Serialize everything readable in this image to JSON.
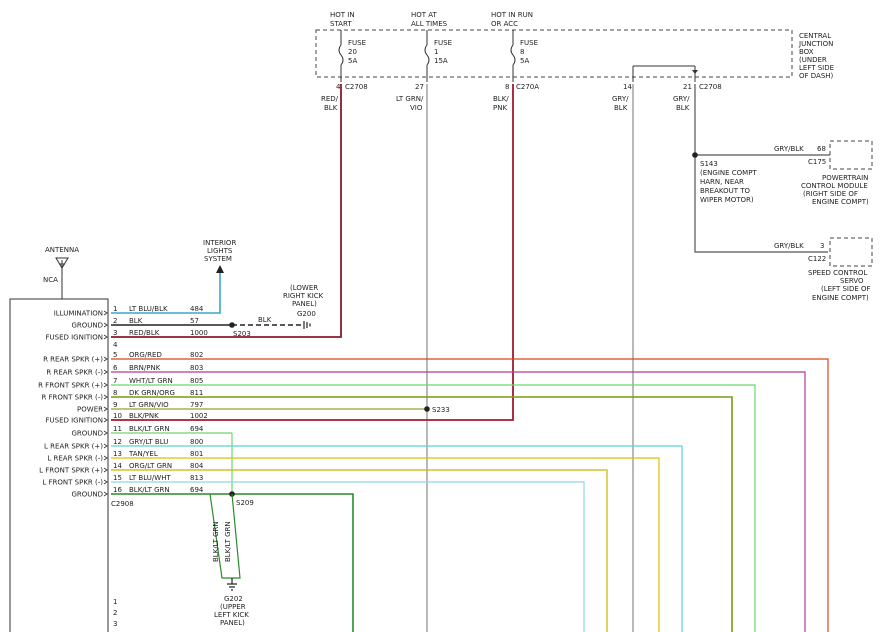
{
  "supply": {
    "hot_start": [
      "HOT IN",
      "START"
    ],
    "hot_all": [
      "HOT AT",
      "ALL TIMES"
    ],
    "hot_run": [
      "HOT IN RUN",
      "OR ACC"
    ],
    "fuse1": [
      "FUSE",
      "20",
      "5A"
    ],
    "fuse2": [
      "FUSE",
      "1",
      "15A"
    ],
    "fuse3": [
      "FUSE",
      "8",
      "5A"
    ],
    "cjb": [
      "CENTRAL",
      "JUNCTION",
      "BOX",
      "(UNDER",
      "LEFT SIDE",
      "OF DASH)"
    ],
    "pin_4": "4",
    "c2708a": "C2708",
    "pin_27": "27",
    "pin_8": "8",
    "c270a": "C270A",
    "pin_14": "14",
    "pin_21": "21",
    "c2708b": "C2708",
    "wire_red_blk": [
      "RED/",
      "BLK"
    ],
    "wire_ltgrn_vio": [
      "LT GRN/",
      "VIO"
    ],
    "wire_blk_pnk": [
      "BLK/",
      "PNK"
    ],
    "wire_gry_blk_a": [
      "GRY/",
      "BLK"
    ],
    "wire_gry_blk_b": [
      "GRY/",
      "BLK"
    ]
  },
  "right": {
    "s143": [
      "S143",
      "(ENGINE COMPT",
      "HARN, NEAR",
      "BREAKOUT TO",
      "WIPER MOTOR)"
    ],
    "pcm_wire": "GRY/BLK",
    "pcm_pin": "68",
    "pcm_conn": "C175",
    "pcm": [
      "POWERTRAIN",
      "CONTROL MODULE",
      "(RIGHT SIDE OF",
      "ENGINE COMPT)"
    ],
    "scs_wire": "GRY/BLK",
    "scs_pin": "3",
    "scs_conn": "C122",
    "scs": [
      "SPEED CONTROL",
      "SERVO",
      "(LEFT SIDE OF",
      "ENGINE COMPT)"
    ]
  },
  "left": {
    "antenna": "ANTENNA",
    "nca": "NCA",
    "interior": [
      "INTERIOR",
      "LIGHTS",
      "SYSTEM"
    ],
    "kick_panel": [
      "(LOWER",
      "RIGHT KICK",
      "PANEL)"
    ],
    "g200": "G200",
    "blk_ground": "BLK",
    "s203": "S203",
    "s233": "S233",
    "s209": "S209",
    "c2908": "C2908",
    "g202": [
      "G202",
      "(UPPER",
      "LEFT KICK",
      "PANEL)"
    ],
    "vert_wire_1": "BLK/LT GRN",
    "vert_wire_2": "BLK/LT GRN",
    "bottom_pins": [
      "1",
      "2",
      "3"
    ]
  },
  "pins": [
    {
      "label": "ILLUMINATION",
      "num": "1",
      "wire": "LT BLU/BLK",
      "circuit": "484"
    },
    {
      "label": "GROUND",
      "num": "2",
      "wire": "BLK",
      "circuit": "57"
    },
    {
      "label": "FUSED IGNITION",
      "num": "3",
      "wire": "RED/BLK",
      "circuit": "1000"
    },
    {
      "label": "",
      "num": "4",
      "wire": "",
      "circuit": ""
    },
    {
      "label": "R REAR SPKR (+)",
      "num": "5",
      "wire": "ORG/RED",
      "circuit": "802"
    },
    {
      "label": "R REAR SPKR (-)",
      "num": "6",
      "wire": "BRN/PNK",
      "circuit": "803"
    },
    {
      "label": "R FRONT SPKR (+)",
      "num": "7",
      "wire": "WHT/LT GRN",
      "circuit": "805"
    },
    {
      "label": "R FRONT SPKR (-)",
      "num": "8",
      "wire": "DK GRN/ORG",
      "circuit": "811"
    },
    {
      "label": "POWER",
      "num": "9",
      "wire": "LT GRN/VIO",
      "circuit": "797"
    },
    {
      "label": "FUSED IGNITION",
      "num": "10",
      "wire": "BLK/PNK",
      "circuit": "1002"
    },
    {
      "label": "GROUND",
      "num": "11",
      "wire": "BLK/LT GRN",
      "circuit": "694"
    },
    {
      "label": "L REAR SPKR (+)",
      "num": "12",
      "wire": "GRY/LT BLU",
      "circuit": "800"
    },
    {
      "label": "L REAR SPKR (-)",
      "num": "13",
      "wire": "TAN/YEL",
      "circuit": "801"
    },
    {
      "label": "L FRONT SPKR (+)",
      "num": "14",
      "wire": "ORG/LT GRN",
      "circuit": "804"
    },
    {
      "label": "L FRONT SPKR (-)",
      "num": "15",
      "wire": "LT BLU/WHT",
      "circuit": "813"
    },
    {
      "label": "GROUND",
      "num": "16",
      "wire": "BLK/LT GRN",
      "circuit": "694"
    }
  ],
  "colors": {
    "red_blk": "#8b1a2b",
    "ltgrn_vio": "#8a8a8a",
    "blk_pnk": "#a01a30",
    "gry_blk": "#8a8a8a",
    "lt_blu": "#3aa7c4",
    "spk_r_rear_pos": "#d8451f",
    "spk_r_rear_neg": "#b03aa0",
    "spk_r_front_pos": "#6ad86a",
    "spk_r_front_neg": "#7a9a10",
    "power": "#9aa12a",
    "ground_grn": "#2a8a2a",
    "spk_l_rear_pos": "#58d4d8",
    "spk_l_rear_neg": "#e0c000",
    "spk_l_front_pos": "#c8b800",
    "spk_l_front_neg": "#8ed8e0",
    "thin": "#555555"
  }
}
